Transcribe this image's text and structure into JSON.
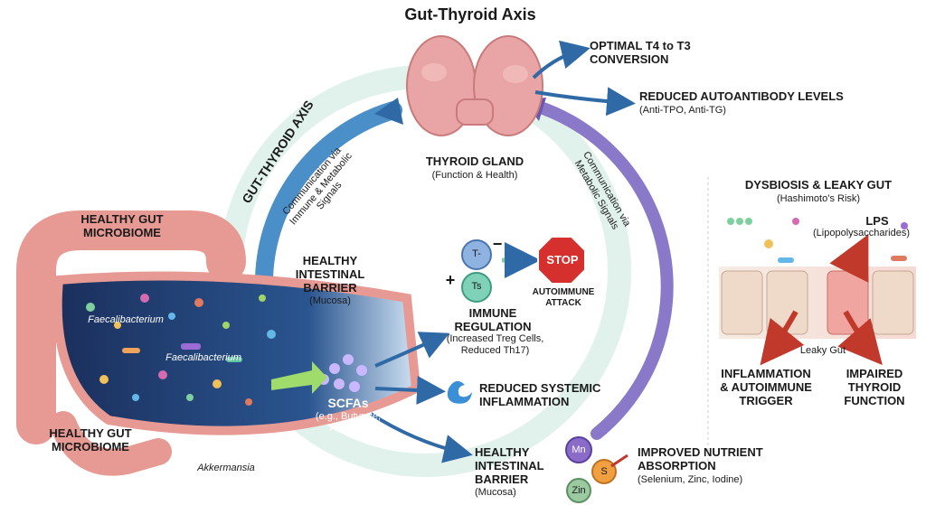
{
  "title": "Gut-Thyroid Axis",
  "axis_label": "GUT-THYROID AXIS",
  "left_arc_label": "Communication via Immune & Metabolic Signals",
  "right_arc_label": "Communication via Metabolic Signals",
  "thyroid": {
    "title": "THYROID GLAND",
    "subtitle": "(Function & Health)"
  },
  "outcomes": [
    {
      "title": "OPTIMAL T4 to T3 CONVERSION",
      "detail": ""
    },
    {
      "title": "REDUCED AUTOANTIBODY LEVELS",
      "detail": "(Anti-TPO, Anti-TG)"
    }
  ],
  "gut": {
    "title_top": "HEALTHY GUT MICROBIOME",
    "title_bottom": "HEALTHY GUT MICROBIOME",
    "bacteria": [
      "Faecalibacterium",
      "Faecalibacterium",
      "Akkermansia"
    ]
  },
  "barrier_top": {
    "title": "HEALTHY INTESTINAL BARRIER",
    "subtitle": "(Mucosa)"
  },
  "scfa": {
    "title": "SCFAs",
    "subtitle": "(e.g., Butyrate, Acetate)"
  },
  "immune": {
    "plus": "+",
    "minus": "−",
    "cell_top": "T-",
    "cell_bottom": "Ts",
    "stop": "STOP",
    "stop_caption": "AUTOIMMUNE ATTACK",
    "title": "IMMUNE REGULATION",
    "detail": "(Increased Treg Cells, Reduced Th17)"
  },
  "inflammation": {
    "title": "REDUCED SYSTEMIC INFLAMMATION"
  },
  "barrier_bottom": {
    "title": "HEALTHY INTESTINAL BARRIER",
    "subtitle": "(Mucosa)"
  },
  "nutrients": {
    "mn": "Mn",
    "se": "S",
    "zn": "Zin",
    "title": "IMPROVED NUTRIENT ABSORPTION",
    "detail": "(Selenium, Zinc, Iodine)"
  },
  "dysbiosis": {
    "title": "DYSBIOSIS & LEAKY GUT",
    "subtitle": "(Hashimoto’s Risk)",
    "lps": "LPS",
    "lps_detail": "(Lipopolysaccharides)",
    "leaky": "Leaky Gut",
    "outcome_left": "INFLAMMATION & AUTOIMMUNE TRIGGER",
    "outcome_right": "IMPAIRED THYROID FUNCTION"
  },
  "colors": {
    "left_arc": "#4a8fc8",
    "right_arc": "#8a78c8",
    "thyroid": "#e9a5a5",
    "colon": "#e79a93",
    "lumen": "#1f3f73",
    "stop": "#d6302e",
    "arrow": "#2f6aa6"
  }
}
